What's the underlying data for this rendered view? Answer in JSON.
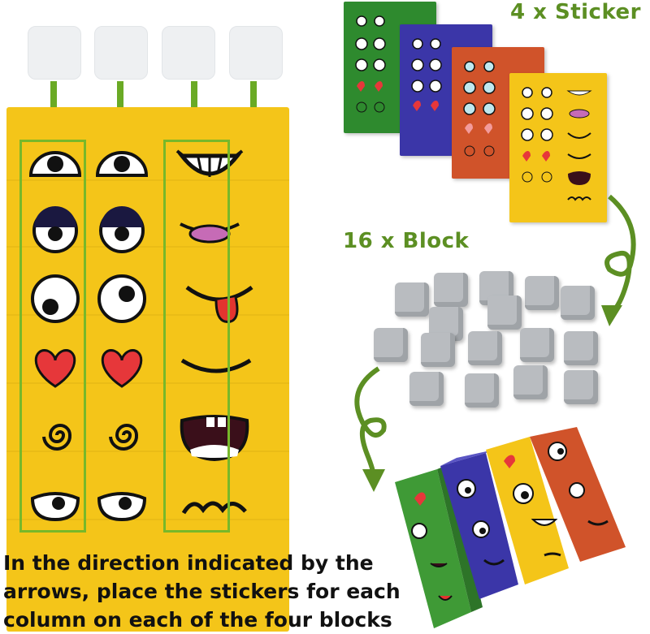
{
  "labels": {
    "stickers": "4 x Sticker",
    "blocks": "16 x Block"
  },
  "instruction": {
    "line1": "In the direction indicated by the",
    "line2": "arrows, place the stickers for each",
    "line3": "column on each of the four blocks"
  },
  "colors": {
    "sheet_yellow": "#f4c519",
    "sheet_green": "#2e8a2e",
    "sheet_blue": "#3b36a8",
    "sheet_orange": "#d0532a",
    "arrow_green": "#6aaa25",
    "cube_grey": "#b9bcc0"
  },
  "counts": {
    "sticker_sheets": 4,
    "blocks": 16
  }
}
